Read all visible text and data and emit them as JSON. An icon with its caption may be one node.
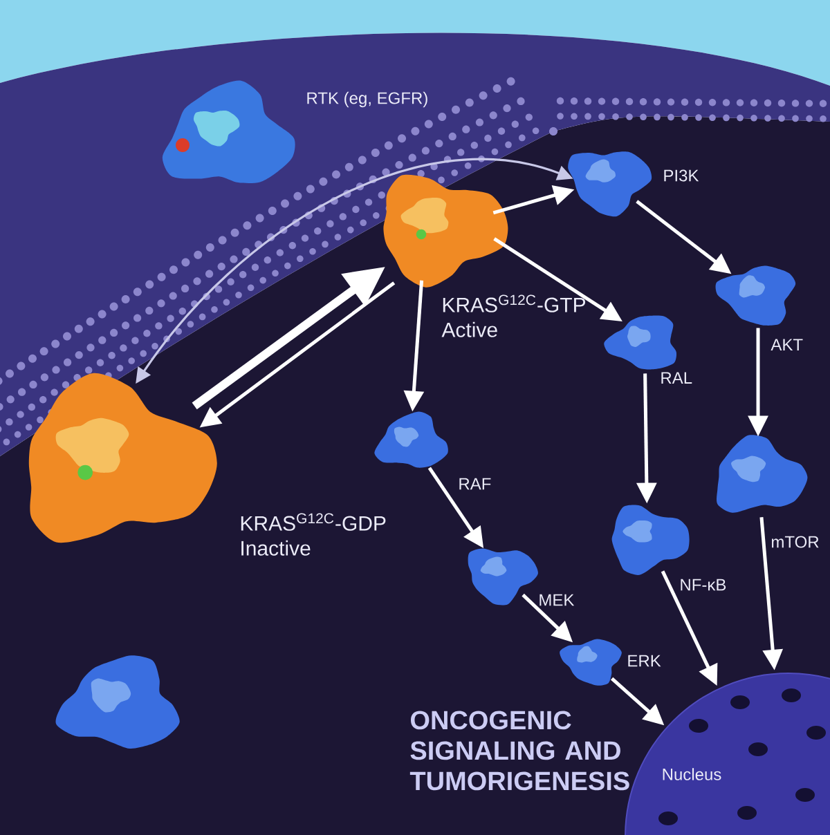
{
  "diagram": {
    "title": "ONCOGENIC SIGNALING AND TUMORIGENESIS",
    "nodes": [
      {
        "text": [
          "RTK (eg, EGFR)"
        ]
      },
      {
        "text": [
          "KRAS$^{G12C}$-GDP",
          "Inactive"
        ]
      },
      {
        "text": [
          "KRAS$^{G12C}$-GTP",
          "Active"
        ]
      },
      {
        "text": [
          "PI3K"
        ]
      },
      {
        "text": [
          "AKT"
        ]
      },
      {
        "text": [
          "RAL"
        ]
      },
      {
        "text": [
          "RAF"
        ]
      },
      {
        "text": [
          "mTOR"
        ]
      },
      {
        "text": [
          "NF-κB"
        ]
      },
      {
        "text": [
          "MEK"
        ]
      },
      {
        "text": [
          "ERK"
        ]
      },
      {
        "text": [
          "Nucleus"
        ]
      },
      {
        "text": [],
        "shape": "picture"
      }
    ],
    "edges": [
      {
        "from": 1,
        "to": 3,
        "arrow": "both",
        "color": "#c8c8e8"
      },
      {
        "from": 1,
        "to": 2,
        "arrow": "to",
        "style": "thick"
      },
      {
        "from": 2,
        "to": 1,
        "arrow": "to"
      },
      {
        "from": 2,
        "to": 3,
        "arrow": "to"
      },
      {
        "from": 2,
        "to": 5,
        "arrow": "to"
      },
      {
        "from": 2,
        "to": 6,
        "arrow": "to"
      },
      {
        "from": 3,
        "to": 4,
        "arrow": "to"
      },
      {
        "from": 4,
        "to": 7,
        "arrow": "to"
      },
      {
        "from": 5,
        "to": 8,
        "arrow": "to"
      },
      {
        "from": 6,
        "to": 9,
        "arrow": "to"
      },
      {
        "from": 9,
        "to": 10,
        "arrow": "to"
      },
      {
        "from": 10,
        "to": 11,
        "arrow": "to"
      },
      {
        "from": 8,
        "to": 11,
        "arrow": "to"
      },
      {
        "from": 7,
        "to": 11,
        "arrow": "to"
      }
    ]
  }
}
